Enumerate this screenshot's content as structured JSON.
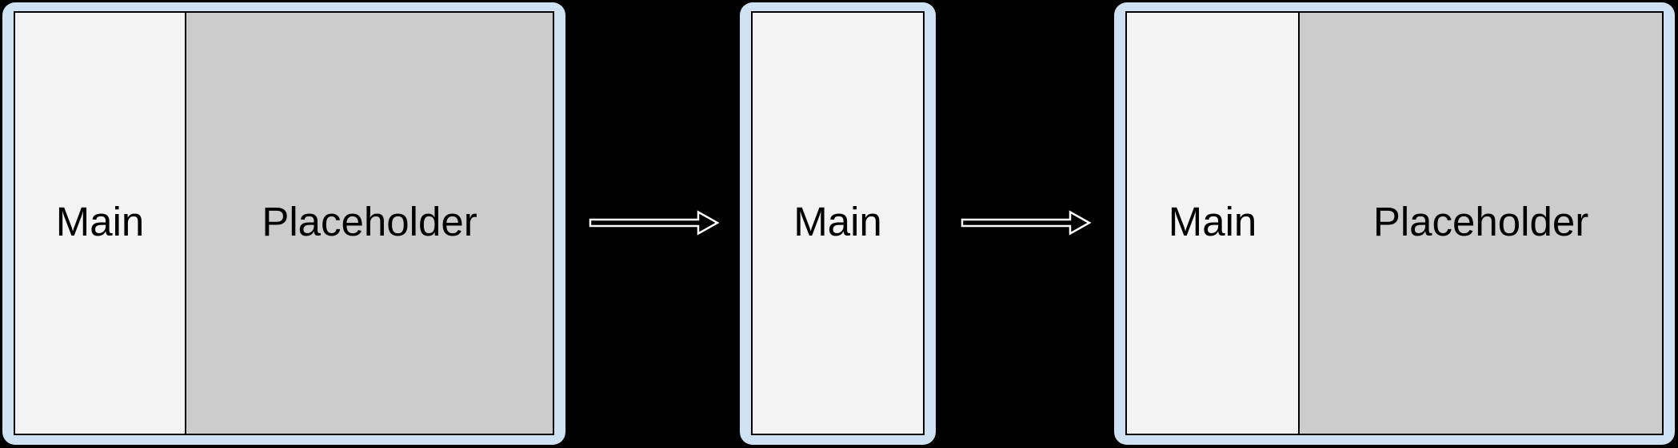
{
  "colors": {
    "background": "#000000",
    "panel_frame": "#cfe2f3",
    "main_fill": "#f3f3f3",
    "placeholder_fill": "#cccccc",
    "pane_border": "#000000",
    "text": "#000000",
    "arrow_stroke": "#ffffff",
    "arrow_fill": "#000000"
  },
  "diagram": {
    "states": [
      {
        "name": "two-pane-before",
        "panes": [
          {
            "label": "Main"
          },
          {
            "label": "Placeholder"
          }
        ]
      },
      {
        "name": "single-pane",
        "panes": [
          {
            "label": "Main"
          }
        ]
      },
      {
        "name": "two-pane-after",
        "panes": [
          {
            "label": "Main"
          },
          {
            "label": "Placeholder"
          }
        ]
      }
    ],
    "arrows": [
      {
        "name": "arrow-1",
        "direction": "right"
      },
      {
        "name": "arrow-2",
        "direction": "right"
      }
    ]
  }
}
